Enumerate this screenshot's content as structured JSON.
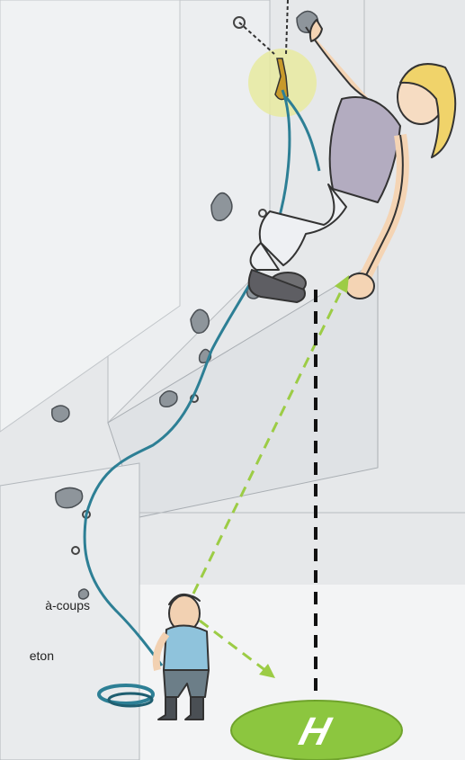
{
  "captions": {
    "top": "à-coups",
    "bottom": "eton"
  },
  "landing_pad": {
    "letter": "H",
    "color": "#8cc63f"
  },
  "colors": {
    "wall": "#e4e6e8",
    "wall_shade": "#d4d7da",
    "floor": "#f5f6f7",
    "rope": "#2d7f95",
    "quickdraw_highlight": "#e8eaa0",
    "trajectory_arrow": "#9ccc45",
    "fall_arrow": "#111111"
  }
}
